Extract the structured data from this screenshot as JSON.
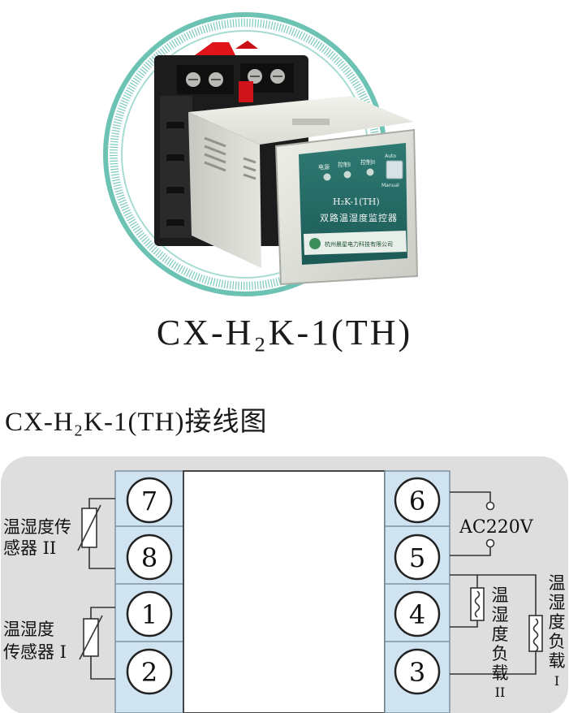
{
  "product": {
    "model_title": "CX-H₂K-1(TH)",
    "front_panel": {
      "indicators": [
        "电源",
        "控制I",
        "控制II"
      ],
      "switch_labels": [
        "Auto",
        "Manual"
      ],
      "model": "H₂K-1(TH)",
      "name": "双路温湿度监控器",
      "maker": "杭州晨星电力科技有限公司"
    }
  },
  "wiring": {
    "title": "CX-H₂K-1(TH)接线图",
    "terminals_left": [
      "7",
      "8",
      "1",
      "2"
    ],
    "terminals_right": [
      "6",
      "5",
      "4",
      "3"
    ],
    "sensor_2_label_lines": [
      "温湿度传",
      "感器 II"
    ],
    "sensor_1_label_lines": [
      "温湿度",
      "传感器 I"
    ],
    "power_label": "AC220V",
    "load_2_label_chars": [
      "温",
      "湿",
      "度",
      "负",
      "载",
      "II"
    ],
    "load_1_label_chars": [
      "温",
      "湿",
      "度",
      "负",
      "载",
      "I"
    ]
  },
  "colors": {
    "terminal_fill": "#cfe3f0",
    "panel_bg": "#dededf",
    "ring": "#67bfb1",
    "relay_grey": "#e2e2dc",
    "base_black": "#1c1c1c",
    "red_tab": "#e0141b"
  }
}
